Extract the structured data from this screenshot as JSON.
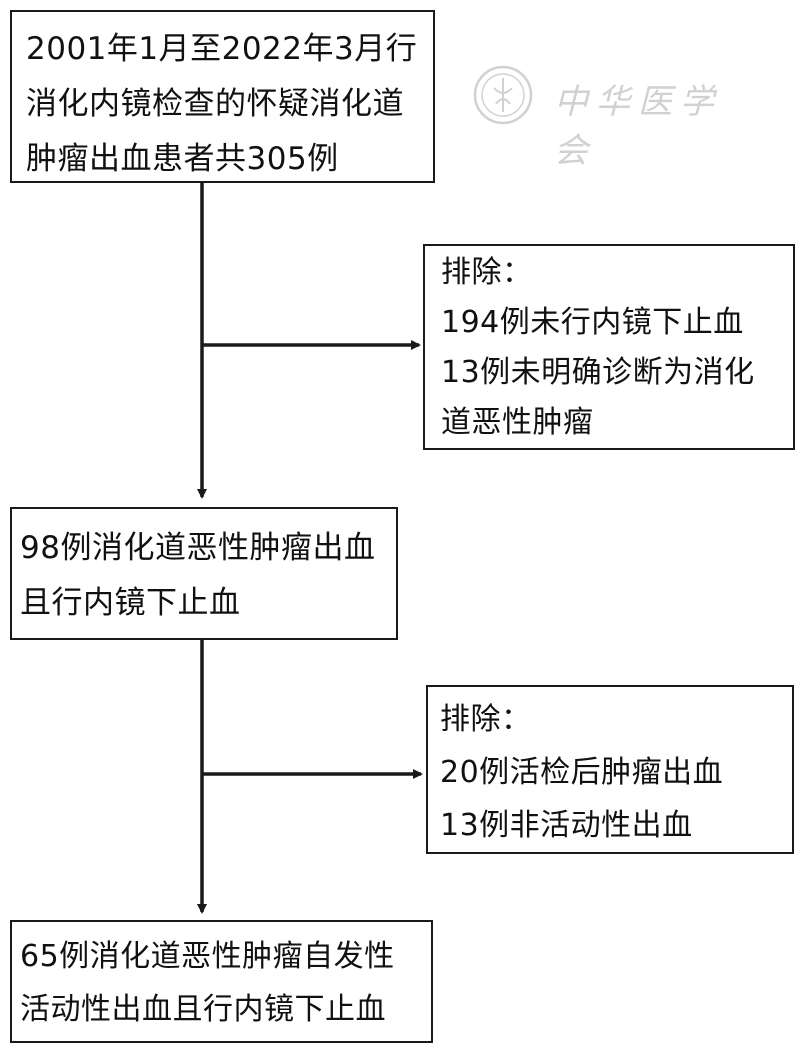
{
  "colors": {
    "line": "#1a1a1a",
    "background": "#ffffff",
    "watermark": "#9a9a9a"
  },
  "watermark": {
    "text": "中华医学会",
    "icon": "society-seal-icon"
  },
  "box1": {
    "lines": [
      "2001年1月至2022年3月行",
      "消化内镜检查的怀疑消化道",
      "肿瘤出血患者共305例"
    ]
  },
  "exclude1": {
    "lines": [
      "排除：",
      "194例未行内镜下止血",
      "13例未明确诊断为消化",
      "道恶性肿瘤"
    ]
  },
  "box2": {
    "lines": [
      "98例消化道恶性肿瘤出血",
      "且行内镜下止血"
    ]
  },
  "exclude2": {
    "lines": [
      "排除：",
      "20例活检后肿瘤出血",
      "13例非活动性出血"
    ]
  },
  "box3": {
    "lines": [
      "65例消化道恶性肿瘤自发性",
      "活动性出血且行内镜下止血"
    ]
  }
}
